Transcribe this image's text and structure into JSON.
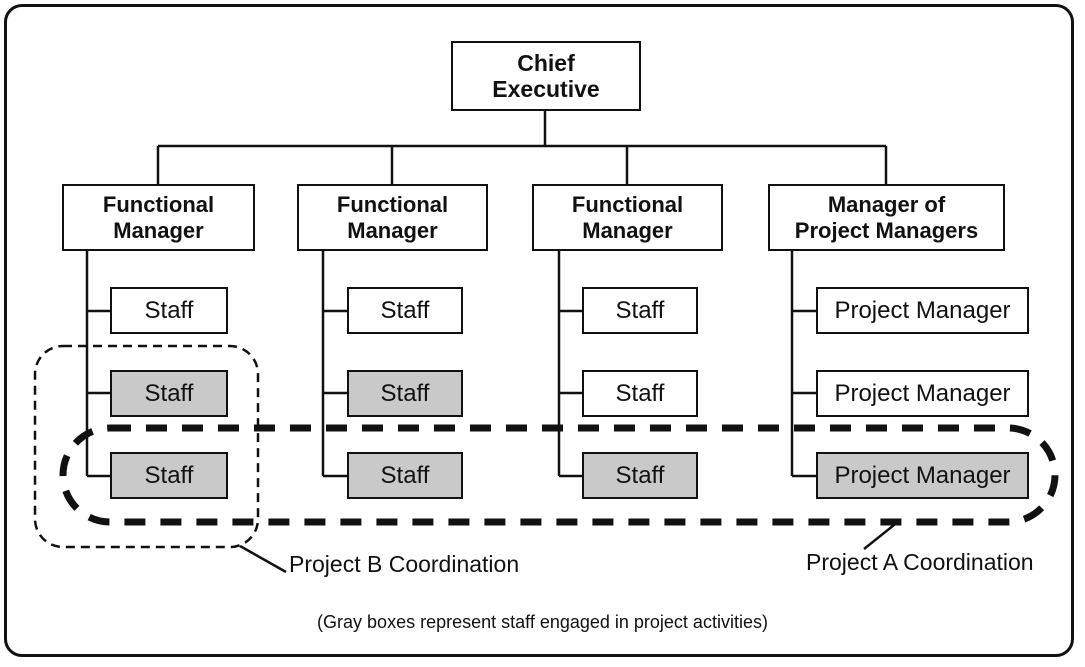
{
  "diagram": {
    "root": {
      "label": "Chief\nExecutive"
    },
    "managers": [
      {
        "label": "Functional\nManager"
      },
      {
        "label": "Functional\nManager"
      },
      {
        "label": "Functional\nManager"
      },
      {
        "label": "Manager of\nProject Managers"
      }
    ],
    "columns": [
      {
        "items": [
          {
            "label": "Staff",
            "gray": false
          },
          {
            "label": "Staff",
            "gray": true
          },
          {
            "label": "Staff",
            "gray": true
          }
        ]
      },
      {
        "items": [
          {
            "label": "Staff",
            "gray": false
          },
          {
            "label": "Staff",
            "gray": true
          },
          {
            "label": "Staff",
            "gray": true
          }
        ]
      },
      {
        "items": [
          {
            "label": "Staff",
            "gray": false
          },
          {
            "label": "Staff",
            "gray": false
          },
          {
            "label": "Staff",
            "gray": true
          }
        ]
      },
      {
        "items": [
          {
            "label": "Project Manager",
            "gray": false
          },
          {
            "label": "Project Manager",
            "gray": false
          },
          {
            "label": "Project Manager",
            "gray": true
          }
        ]
      }
    ],
    "annotations": {
      "project_b": "Project B Coordination",
      "project_a": "Project A Coordination",
      "caption": "(Gray boxes represent staff engaged in project activities)"
    },
    "colors": {
      "gray_fill": "#c9c9c9",
      "line": "#111111"
    }
  }
}
